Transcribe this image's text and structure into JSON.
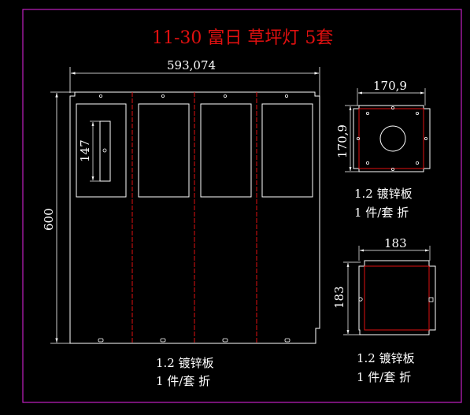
{
  "title": "11-30 富日 草坪灯 5套",
  "colors": {
    "background": "#000000",
    "frame": "#c020c0",
    "outline": "#ffffff",
    "bend_line": "#e01010",
    "title": "#e01010"
  },
  "main_panel": {
    "width_dim": "593,074",
    "height_dim": "600",
    "inner_dim": "147",
    "note_line1": "1.2 镀锌板",
    "note_line2": "1 件/套 折"
  },
  "top_plate": {
    "width_dim": "170,9",
    "height_dim": "170,9",
    "note_line1": "1.2 镀锌板",
    "note_line2": "1 件/套 折"
  },
  "bottom_plate": {
    "width_dim": "183",
    "height_dim": "183",
    "note_line1": "1.2 镀锌板",
    "note_line2": "1 件/套 折"
  }
}
